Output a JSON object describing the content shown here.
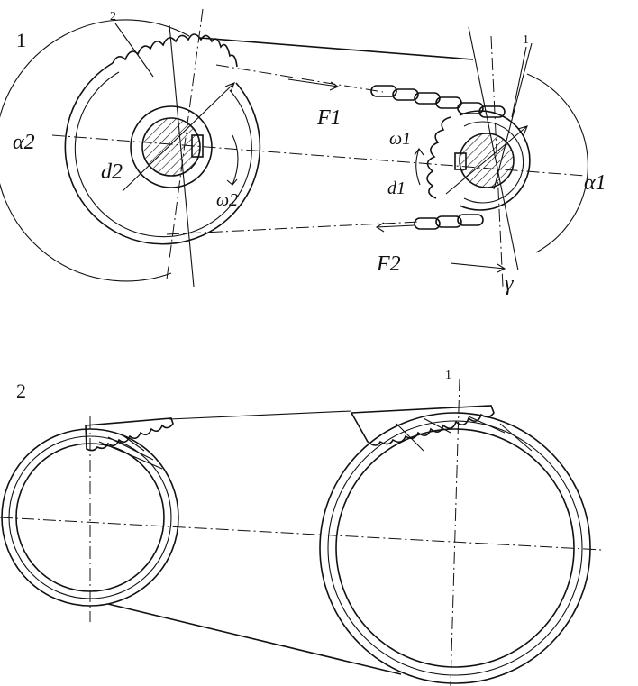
{
  "figure_1": {
    "number": "1",
    "part_label_large_sprocket": "2",
    "part_label_small_sprocket": "1",
    "labels": {
      "alpha2": "α2",
      "alpha1": "α1",
      "d2": "d2",
      "d1": "d1",
      "omega1": "ω1",
      "omega2": "ω2",
      "F1": "F1",
      "F2": "F2",
      "gamma": "γ"
    }
  },
  "figure_2": {
    "number": "2",
    "part_label_large_pulley": "1"
  }
}
